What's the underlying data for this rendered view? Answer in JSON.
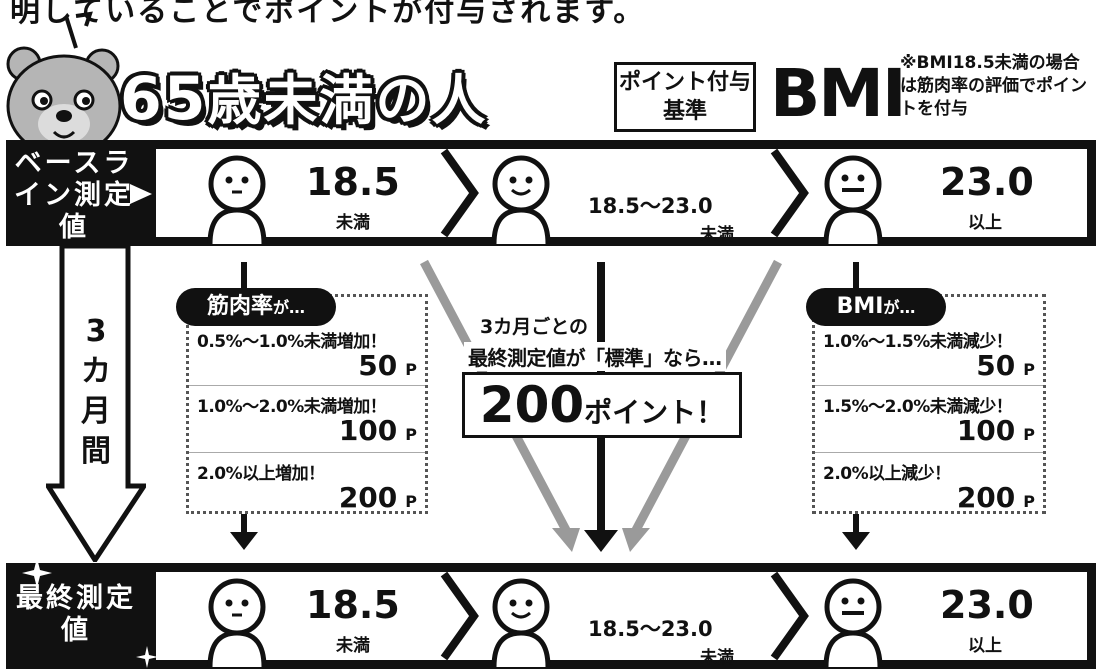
{
  "top_text": "明していることでポイントが付与されます。",
  "title": {
    "age": "65",
    "rest": "歳未満の人"
  },
  "criteria_box": "ポイント付与基準",
  "criteria_main": "BMI",
  "criteria_note": "※BMI18.5未満の場合は筋肉率の評価でポイントを付与",
  "baseline": {
    "label": "ベースライン測定値",
    "cells": [
      {
        "value": "18.5",
        "sub": "未満"
      },
      {
        "value": "18.5〜23.0",
        "sub": "未満"
      },
      {
        "value": "23.0",
        "sub": "以上"
      }
    ]
  },
  "period": "3カ月間",
  "left_panel": {
    "header_main": "筋肉率",
    "header_tail": "が…",
    "rows": [
      {
        "cond": "0.5%〜1.0%未満増加！",
        "points": "50",
        "unit": "P"
      },
      {
        "cond": "1.0%〜2.0%未満増加！",
        "points": "100",
        "unit": "P"
      },
      {
        "cond": "2.0%以上増加！",
        "points": "200",
        "unit": "P"
      }
    ]
  },
  "center": {
    "line1": "3カ月ごとの",
    "line2": "最終測定値が「標準」なら…",
    "reward_num": "200",
    "reward_text": "ポイント！"
  },
  "right_panel": {
    "header_main": "BMI",
    "header_tail": "が…",
    "rows": [
      {
        "cond": "1.0%〜1.5%未満減少！",
        "points": "50",
        "unit": "P"
      },
      {
        "cond": "1.5%〜2.0%未満減少！",
        "points": "100",
        "unit": "P"
      },
      {
        "cond": "2.0%以上減少！",
        "points": "200",
        "unit": "P"
      }
    ]
  },
  "final": {
    "label": "最終測定値",
    "cells": [
      {
        "value": "18.5",
        "sub": "未満"
      },
      {
        "value": "18.5〜23.0",
        "sub": "未満"
      },
      {
        "value": "23.0",
        "sub": "以上"
      }
    ]
  },
  "colors": {
    "ink": "#111111",
    "arrow_gray": "#9a9a9a",
    "bear": "#b5b5b5"
  }
}
